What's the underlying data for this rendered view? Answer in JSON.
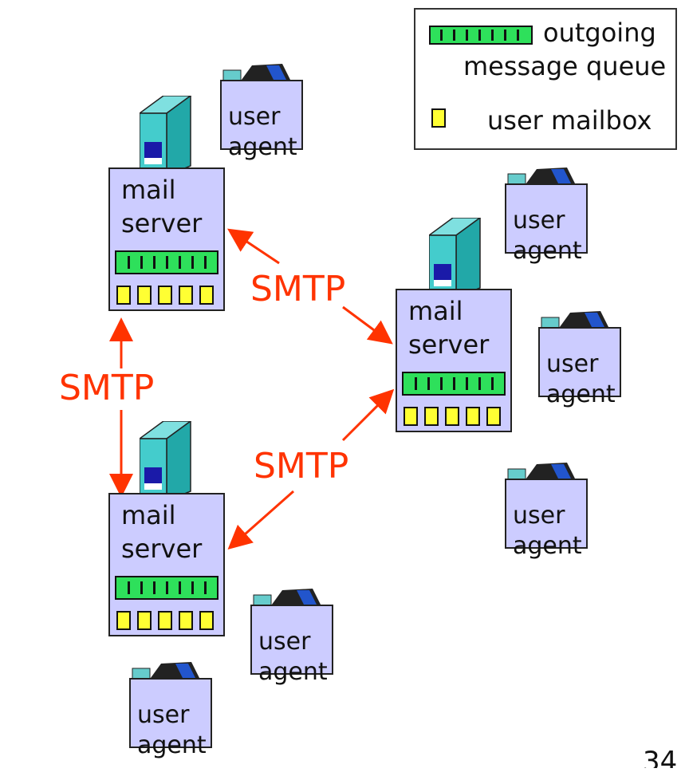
{
  "legend": {
    "queue_label_line1": "outgoing",
    "queue_label_line2": "message queue",
    "mailbox_label": "user mailbox"
  },
  "servers": [
    {
      "line1": "mail",
      "line2": "server"
    },
    {
      "line1": "mail",
      "line2": "server"
    },
    {
      "line1": "mail",
      "line2": "server"
    }
  ],
  "user_agents": [
    {
      "line1": "user",
      "line2": "agent"
    },
    {
      "line1": "user",
      "line2": "agent"
    },
    {
      "line1": "user",
      "line2": "agent"
    },
    {
      "line1": "user",
      "line2": "agent"
    },
    {
      "line1": "user",
      "line2": "agent"
    },
    {
      "line1": "user",
      "line2": "agent"
    }
  ],
  "protocol_labels": [
    "SMTP",
    "SMTP",
    "SMTP"
  ],
  "page_number": "34",
  "colors": {
    "box_fill": "#ccccff",
    "queue_fill": "#2ee05b",
    "mailbox_fill": "#ffff33",
    "arrow": "#ff3300",
    "tower": "#33bbbb"
  }
}
